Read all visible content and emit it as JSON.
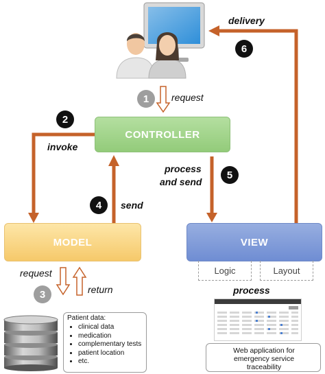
{
  "nodes": {
    "controller": "CONTROLLER",
    "model": "MODEL",
    "view": "VIEW"
  },
  "view_parts": {
    "logic": "Logic",
    "layout": "Layout"
  },
  "edges": {
    "delivery": "delivery",
    "request_top": "request",
    "invoke": "invoke",
    "process_and_send_line1": "process",
    "process_and_send_line2": "and send",
    "send": "send",
    "request_bottom": "request",
    "return": "return",
    "process": "process"
  },
  "steps": [
    "1",
    "2",
    "3",
    "4",
    "5",
    "6"
  ],
  "patient_data": {
    "title": "Patient data:",
    "items": [
      "clinical data",
      "medication",
      "complementary tests",
      "patient location",
      "etc."
    ]
  },
  "web_app": {
    "caption_line1": "Web application for",
    "caption_line2": "emergency service",
    "caption_line3": "traceability"
  },
  "colors": {
    "arrow": "#c5622a",
    "controller": "#a5d58c",
    "model": "#f9d98a",
    "view": "#7f9ad8"
  }
}
